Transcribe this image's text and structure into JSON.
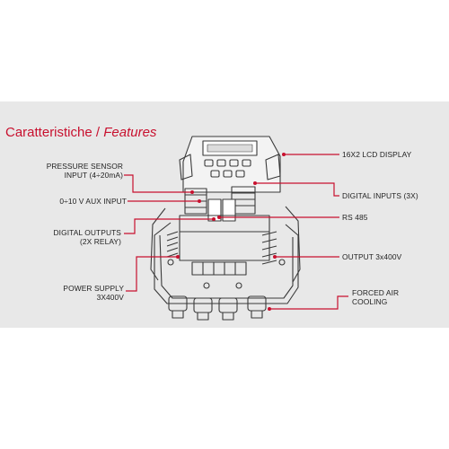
{
  "heading": {
    "primary": "Caratteristiche",
    "separator": " / ",
    "secondary": "Features"
  },
  "labels": {
    "pressure_sensor_line1": "PRESSURE SENSOR",
    "pressure_sensor_line2": "INPUT (4÷20mA)",
    "aux_input": "0÷10 V AUX INPUT",
    "digital_outputs_line1": "DIGITAL OUTPUTS",
    "digital_outputs_line2": "(2X RELAY)",
    "power_supply_line1": "POWER SUPPLY",
    "power_supply_line2": "3X400V",
    "lcd_display": "16X2 LCD DISPLAY",
    "digital_inputs": "DIGITAL INPUTS (3X)",
    "rs485": "RS 485",
    "output": "OUTPUT 3x400V",
    "forced_air_line1": "FORCED AIR",
    "forced_air_line2": "COOLING"
  },
  "colors": {
    "accent": "#c8102e",
    "panel": "#e8e8e8",
    "text": "#222222",
    "drawing": "#3a3a3a"
  }
}
